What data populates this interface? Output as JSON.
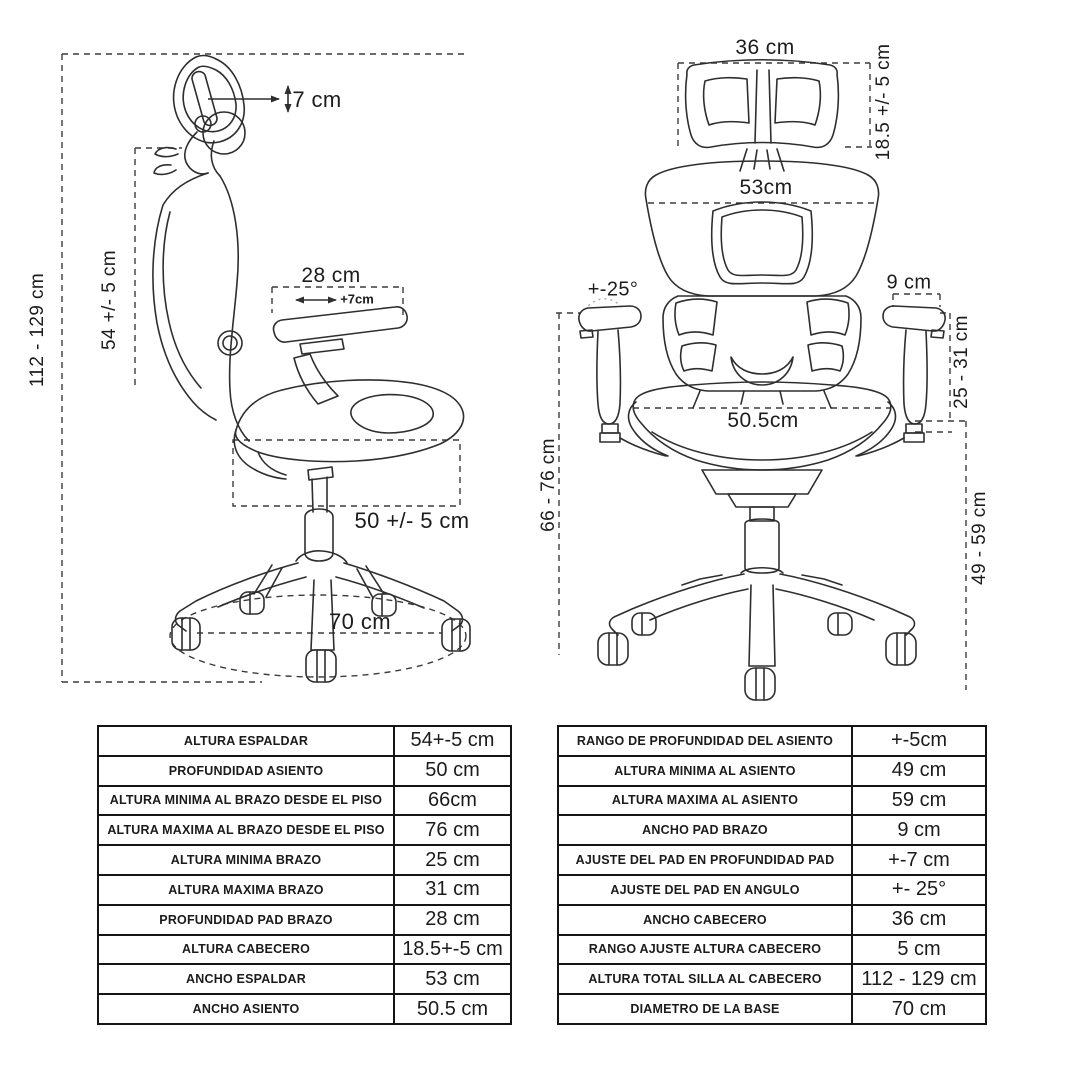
{
  "colors": {
    "line": "#2e2e2e",
    "dash": "#3c3c3c",
    "text": "#1c1c1c",
    "table_border": "#151515",
    "background": "#ffffff"
  },
  "side_view": {
    "headrest_depth_label": "7  cm",
    "total_height_label": "112 - 129 cm",
    "backrest_height_label": "54 +/- 5 cm",
    "armpad_depth_label": "28 cm",
    "armpad_travel_label": "+7cm",
    "seat_depth_label": "50 +/- 5 cm",
    "base_diameter_label": "70 cm"
  },
  "front_view": {
    "headrest_width_label": "36 cm",
    "headrest_height_label": "18.5 +/- 5 cm",
    "backrest_width_label": "53cm",
    "pad_angle_label": "+-25°",
    "pad_width_label": "9 cm",
    "arm_height_label": "25 - 31 cm",
    "seat_width_label": "50.5cm",
    "floor_to_arm_label": "66 - 76 cm",
    "seat_height_label": "49 - 59 cm"
  },
  "left_table": {
    "rows": [
      {
        "label": "ALTURA ESPALDAR",
        "value": "54+-5 cm"
      },
      {
        "label": "PROFUNDIDAD ASIENTO",
        "value": "50 cm"
      },
      {
        "label": "ALTURA MINIMA AL BRAZO DESDE EL PISO",
        "value": "66cm"
      },
      {
        "label": "ALTURA MAXIMA  AL BRAZO DESDE EL PISO",
        "value": "76 cm"
      },
      {
        "label": "ALTURA MINIMA BRAZO",
        "value": "25 cm"
      },
      {
        "label": "ALTURA MAXIMA BRAZO",
        "value": "31 cm"
      },
      {
        "label": "PROFUNDIDAD PAD BRAZO",
        "value": "28 cm"
      },
      {
        "label": "ALTURA CABECERO",
        "value": "18.5+-5 cm"
      },
      {
        "label": "ANCHO ESPALDAR",
        "value": "53 cm"
      },
      {
        "label": "ANCHO ASIENTO",
        "value": "50.5 cm"
      }
    ]
  },
  "right_table": {
    "rows": [
      {
        "label": "RANGO DE PROFUNDIDAD DEL ASIENTO",
        "value": "+-5cm"
      },
      {
        "label": "ALTURA MINIMA AL ASIENTO",
        "value": "49 cm"
      },
      {
        "label": "ALTURA MAXIMA AL ASIENTO",
        "value": "59 cm"
      },
      {
        "label": "ANCHO PAD BRAZO",
        "value": "9 cm"
      },
      {
        "label": "AJUSTE DEL PAD EN PROFUNDIDAD PAD",
        "value": "+-7 cm"
      },
      {
        "label": "AJUSTE DEL PAD EN ANGULO",
        "value": "+- 25°"
      },
      {
        "label": "ANCHO CABECERO",
        "value": "36 cm"
      },
      {
        "label": "RANGO AJUSTE ALTURA CABECERO",
        "value": "5 cm"
      },
      {
        "label": "ALTURA TOTAL SILLA AL CABECERO",
        "value": "112 - 129 cm"
      },
      {
        "label": "DIAMETRO DE LA BASE",
        "value": "70 cm"
      }
    ]
  }
}
